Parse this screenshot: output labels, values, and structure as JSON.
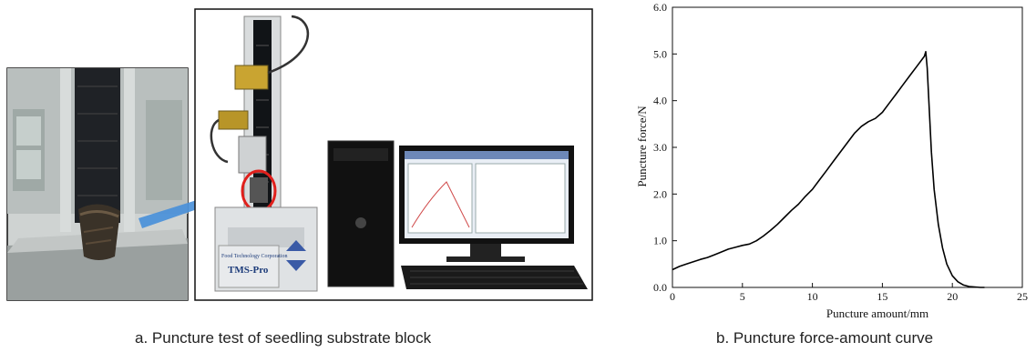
{
  "captions": {
    "a": "a. Puncture test of seedling substrate block",
    "b": "b. Puncture force-amount curve"
  },
  "photo": {
    "machine_label_line1": "Food Technology Corporation",
    "machine_label_line2": "TMS-Pro"
  },
  "colors": {
    "arrow": "#4a90d9",
    "circle": "#e0201c",
    "curve": "#000000"
  },
  "chart_data": {
    "type": "line",
    "title": "",
    "xlabel": "Puncture amount/mm",
    "ylabel": "Puncture force/N",
    "xlim": [
      0,
      25
    ],
    "ylim": [
      0,
      6
    ],
    "xticks": [
      0,
      5,
      10,
      15,
      20,
      25
    ],
    "yticks": [
      0.0,
      1.0,
      2.0,
      3.0,
      4.0,
      5.0,
      6.0
    ],
    "xtick_labels": [
      "0",
      "5",
      "10",
      "15",
      "20",
      "25"
    ],
    "ytick_labels": [
      "0.0",
      "1.0",
      "2.0",
      "3.0",
      "4.0",
      "5.0",
      "6.0"
    ],
    "grid": false,
    "series": [
      {
        "x": [
          0,
          0.5,
          1,
          1.5,
          2,
          2.5,
          3,
          3.5,
          4,
          4.5,
          5,
          5.5,
          6,
          6.5,
          7,
          7.5,
          8,
          8.5,
          9,
          9.5,
          10,
          10.5,
          11,
          11.5,
          12,
          12.5,
          13,
          13.5,
          14,
          14.5,
          15,
          15.5,
          16,
          16.5,
          17,
          17.5,
          18,
          18.1,
          18.2,
          18.35,
          18.5,
          18.7,
          19,
          19.3,
          19.6,
          20,
          20.4,
          20.8,
          21.2,
          21.6,
          22,
          22.3
        ],
        "y": [
          0.38,
          0.45,
          0.5,
          0.55,
          0.6,
          0.64,
          0.7,
          0.76,
          0.82,
          0.86,
          0.9,
          0.93,
          1.0,
          1.1,
          1.22,
          1.35,
          1.5,
          1.65,
          1.78,
          1.95,
          2.1,
          2.3,
          2.5,
          2.7,
          2.9,
          3.1,
          3.3,
          3.45,
          3.55,
          3.62,
          3.75,
          3.95,
          4.15,
          4.35,
          4.55,
          4.75,
          4.95,
          5.05,
          4.7,
          3.8,
          2.9,
          2.1,
          1.35,
          0.85,
          0.5,
          0.25,
          0.12,
          0.05,
          0.02,
          0.01,
          0.0,
          0.0
        ]
      }
    ]
  }
}
